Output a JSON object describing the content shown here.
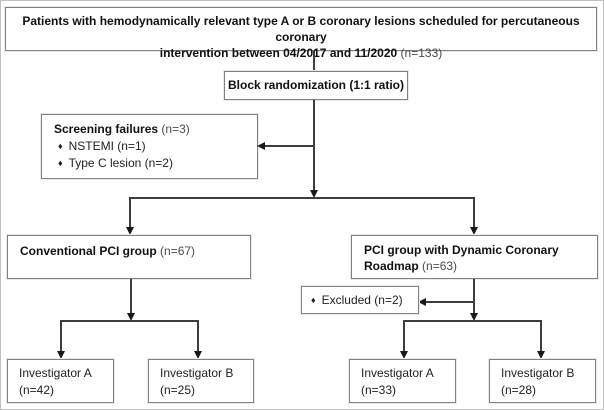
{
  "diagram": {
    "top_box": {
      "line1": "Patients with hemodynamically relevant  type A or B coronary lesions scheduled for percutaneous coronary",
      "line2": "intervention between 04/2017 and 11/2020",
      "n": "(n=133)"
    },
    "randomization_box": {
      "label": "Block randomization (1:1 ratio)"
    },
    "screening_box": {
      "title": "Screening failures",
      "n": "(n=3)",
      "bullet": "♦",
      "items": [
        "NSTEMI (n=1)",
        "Type C lesion (n=2)"
      ]
    },
    "conventional_box": {
      "title": "Conventional PCI group",
      "n": "(n=67)"
    },
    "roadmap_box": {
      "title_line1": "PCI group with Dynamic Coronary",
      "title_line2": "Roadmap",
      "n": "(n=63)"
    },
    "excluded_box": {
      "bullet": "♦",
      "label": "Excluded (n=2)"
    },
    "investigators": [
      {
        "name": "Investigator A",
        "n": "(n=42)"
      },
      {
        "name": "Investigator B",
        "n": "(n=25)"
      },
      {
        "name": "Investigator A",
        "n": "(n=33)"
      },
      {
        "name": "Investigator B",
        "n": "(n=28)"
      }
    ]
  },
  "colors": {
    "line": "#3d3d3d",
    "arrow": "#181818",
    "box_border": "#818181",
    "text": "#1a1a1a",
    "muted_text": "#4a4a4a"
  }
}
